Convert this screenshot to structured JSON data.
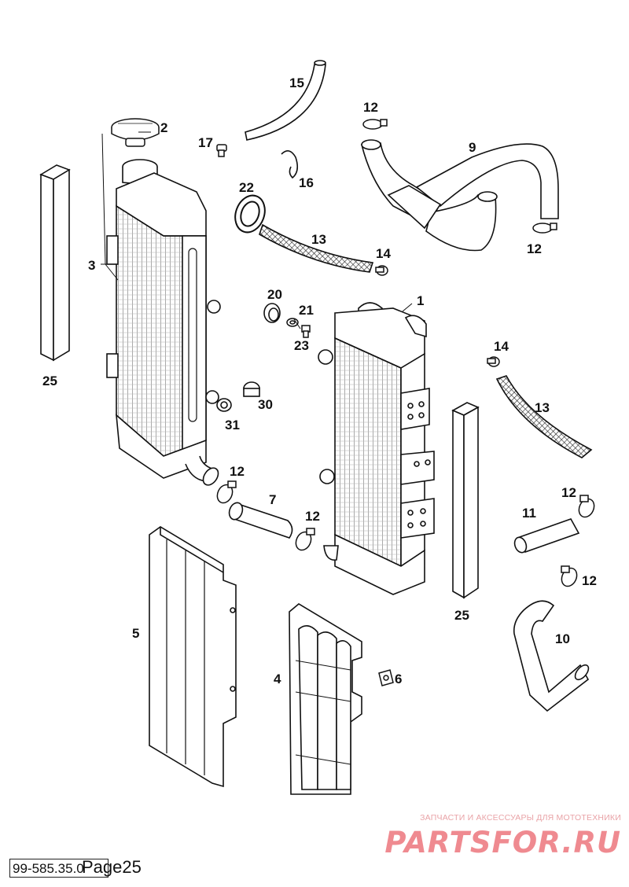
{
  "callouts": {
    "n1": "1",
    "n2": "2",
    "n3": "3",
    "n4": "4",
    "n5": "5",
    "n6": "6",
    "n7": "7",
    "n9": "9",
    "n10": "10",
    "n11": "11",
    "n12a": "12",
    "n12b": "12",
    "n12c": "12",
    "n12d": "12",
    "n12e": "12",
    "n12f": "12",
    "n13a": "13",
    "n13b": "13",
    "n14a": "14",
    "n14b": "14",
    "n15": "15",
    "n16": "16",
    "n17": "17",
    "n20": "20",
    "n21": "21",
    "n22": "22",
    "n23": "23",
    "n25a": "25",
    "n25b": "25",
    "n30": "30",
    "n31": "31"
  },
  "watermark": {
    "tagline": "ЗАПЧАСТИ И АКСЕССУАРЫ ДЛЯ МОТОТЕХНИКИ",
    "logo": "PARTSFOR.RU"
  },
  "footer": {
    "code": "99-585.35.0",
    "page": "Page25"
  }
}
